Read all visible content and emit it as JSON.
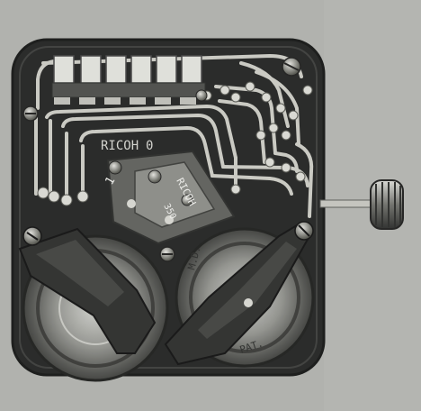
{
  "photo": {
    "subject": "watch-movement-circuit-board",
    "board_brand_text": "RICOH",
    "board_marking": "0",
    "module_marking_1": "RICOH",
    "module_marking_2": "350",
    "module_marking_3": "1",
    "battery_marking": "M.D.",
    "patent_marking": "PAT.",
    "palette": {
      "paper": "#a9aaa6",
      "board": "#222322",
      "trace": "#c9c9c3",
      "metal": "#8a8b87",
      "dark_metal": "#3a3b39"
    }
  }
}
